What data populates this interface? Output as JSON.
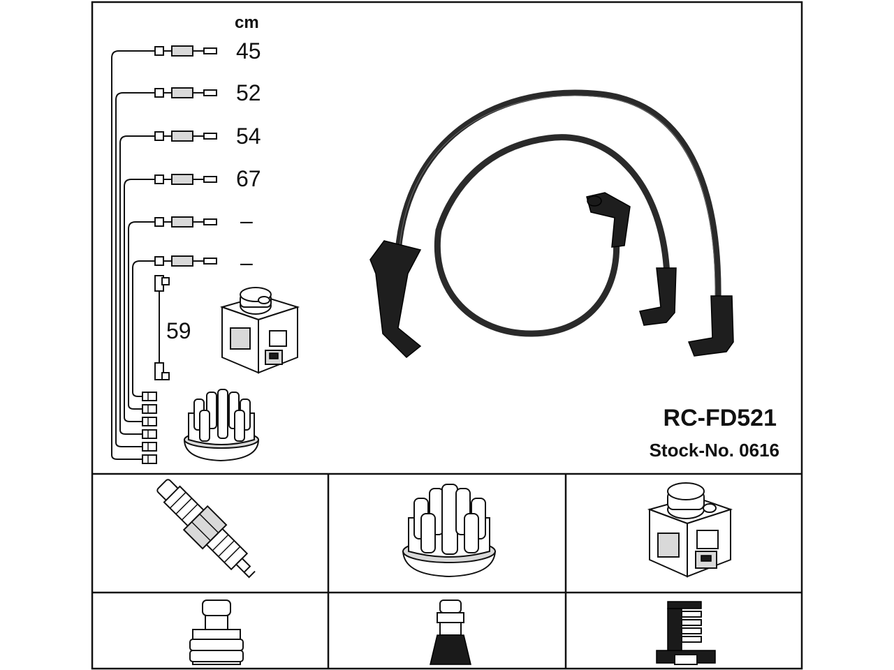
{
  "unit_label": "cm",
  "lead_lengths": [
    "45",
    "52",
    "54",
    "67",
    "–",
    "–"
  ],
  "coil_lead_length": "59",
  "part_number": "RC-FD521",
  "stock_number": "Stock-No. 0616",
  "icons": {
    "spark_plug": "spark-plug-icon",
    "distributor_cap": "distributor-cap-icon",
    "ignition_coil": "ignition-coil-icon",
    "plug_terminal": "plug-terminal-icon",
    "cap_terminal": "cap-terminal-icon",
    "coil_terminal": "coil-terminal-icon"
  },
  "colors": {
    "line": "#111111",
    "cable": "#2a2a2a",
    "background": "#ffffff"
  }
}
